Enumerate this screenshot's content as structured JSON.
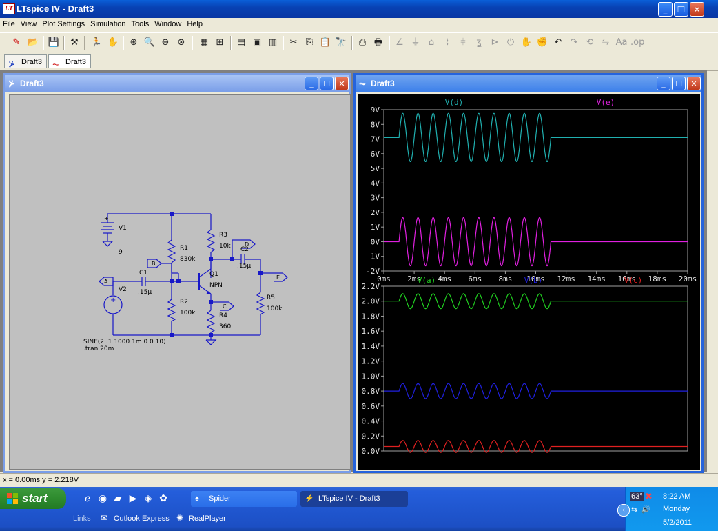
{
  "window": {
    "title": "LTspice IV - Draft3",
    "app_icon": "ltspice-icon"
  },
  "menu": [
    "File",
    "View",
    "Plot Settings",
    "Simulation",
    "Tools",
    "Window",
    "Help"
  ],
  "tabs": [
    {
      "label": "Draft3",
      "icon": "schematic-icon"
    },
    {
      "label": "Draft3",
      "icon": "waveform-icon"
    }
  ],
  "schematic_window": {
    "title": "Draft3"
  },
  "plot_window": {
    "title": "Draft3"
  },
  "schematic": {
    "v1": "V1",
    "v1_value": "9",
    "v2": "V2",
    "c1": "C1",
    "c1_value": ".15μ",
    "c2": "C2",
    "c2_value": ".15μ",
    "r1": "R1",
    "r1_value": "830k",
    "r2": "R2",
    "r2_value": "100k",
    "r3": "R3",
    "r3_value": "10k",
    "r4": "R4",
    "r4_value": "360",
    "r5": "R5",
    "r5_value": "100k",
    "q1": "Q1",
    "q1_type": "NPN",
    "net_a": "A",
    "net_b": "B",
    "net_c": "C",
    "net_d": "D",
    "net_e": "E",
    "plus_sign": "+",
    "directive1": "SINE(2 .1 1000 1m 0 0 10)",
    "directive2": ".tran 20m"
  },
  "chart_data": [
    {
      "type": "line",
      "x_ticks": [
        "0ms",
        "2ms",
        "4ms",
        "6ms",
        "8ms",
        "10ms",
        "12ms",
        "14ms",
        "16ms",
        "18ms",
        "20ms"
      ],
      "xlim": [
        0,
        20
      ],
      "y_ticks": [
        "9V",
        "8V",
        "7V",
        "6V",
        "5V",
        "4V",
        "3V",
        "2V",
        "1V",
        "0V",
        "-1V",
        "-2V"
      ],
      "ylim": [
        -2,
        9
      ],
      "series": [
        {
          "name": "V(d)",
          "color": "#20b0b0",
          "dc": 7.1,
          "amplitude": 1.65,
          "start_ms": 1,
          "cycles": 10,
          "freq_khz": 1
        },
        {
          "name": "V(e)",
          "color": "#e020e0",
          "dc": 0.0,
          "amplitude": 1.65,
          "start_ms": 1,
          "cycles": 10,
          "freq_khz": 1
        }
      ]
    },
    {
      "type": "line",
      "x_ticks": [],
      "xlim": [
        0,
        20
      ],
      "y_ticks": [
        "2.2V",
        "2.0V",
        "1.8V",
        "1.6V",
        "1.4V",
        "1.2V",
        "1.0V",
        "0.8V",
        "0.6V",
        "0.4V",
        "0.2V",
        "0.0V"
      ],
      "ylim": [
        0,
        2.2
      ],
      "series": [
        {
          "name": "V(a)",
          "color": "#20d020",
          "dc": 2.0,
          "amplitude": 0.1,
          "start_ms": 1,
          "cycles": 10,
          "freq_khz": 1
        },
        {
          "name": "V(b)",
          "color": "#2020e0",
          "dc": 0.8,
          "amplitude": 0.1,
          "start_ms": 1,
          "cycles": 10,
          "freq_khz": 1
        },
        {
          "name": "V(c)",
          "color": "#e02020",
          "dc": 0.06,
          "amplitude": 0.08,
          "start_ms": 1,
          "cycles": 10,
          "freq_khz": 1
        }
      ]
    }
  ],
  "status": {
    "text": "x = 0.00ms    y = 2.218V"
  },
  "taskbar": {
    "start_label": "start",
    "tasks": [
      {
        "label": "Spider"
      },
      {
        "label": "LTspice IV - Draft3"
      }
    ],
    "links_label": "Links",
    "links": [
      "Outlook Express",
      "RealPlayer"
    ],
    "tray": {
      "temp": "63°",
      "time": "8:22 AM",
      "day": "Monday",
      "date": "5/2/2011"
    }
  }
}
